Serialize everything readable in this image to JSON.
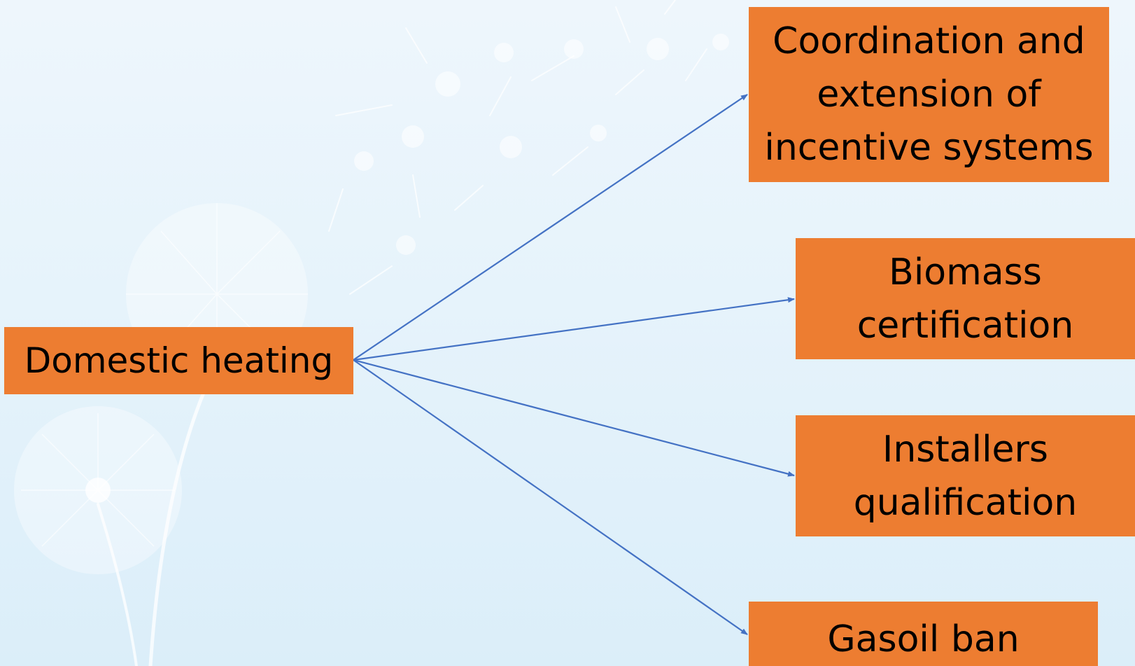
{
  "diagram": {
    "source": {
      "label": "Domestic heating"
    },
    "targets": [
      {
        "lines": [
          "Coordination and",
          "extension of",
          "incentive systems"
        ]
      },
      {
        "lines": [
          "Biomass",
          "certification"
        ]
      },
      {
        "lines": [
          "Installers",
          "qualification"
        ]
      },
      {
        "lines": [
          "Gasoil ban"
        ]
      }
    ],
    "colors": {
      "box_fill": "#ed7d31",
      "arrow": "#4472c4",
      "text": "#000000"
    },
    "background": {
      "decoration": "dandelion-watermark"
    }
  }
}
